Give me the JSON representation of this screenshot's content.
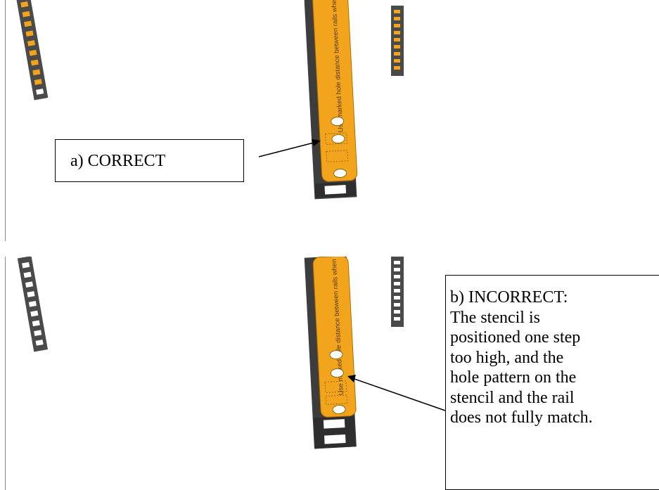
{
  "panels": {
    "correct": {
      "caption": "a) CORRECT"
    },
    "incorrect": {
      "caption_lines": [
        "b) INCORRECT:",
        "The stencil is",
        "positioned one step",
        "too high, and the",
        "hole pattern on the",
        "stencil and the rail",
        "does not fully match."
      ]
    }
  },
  "stencil_text": "Use marked hole distance between rails when",
  "colors": {
    "rail": "#4a4a4a",
    "rail_dark": "#2e2e2e",
    "stencil": "#f2a51c",
    "stencil_edge": "#b06f00",
    "arrow": "#000000"
  }
}
